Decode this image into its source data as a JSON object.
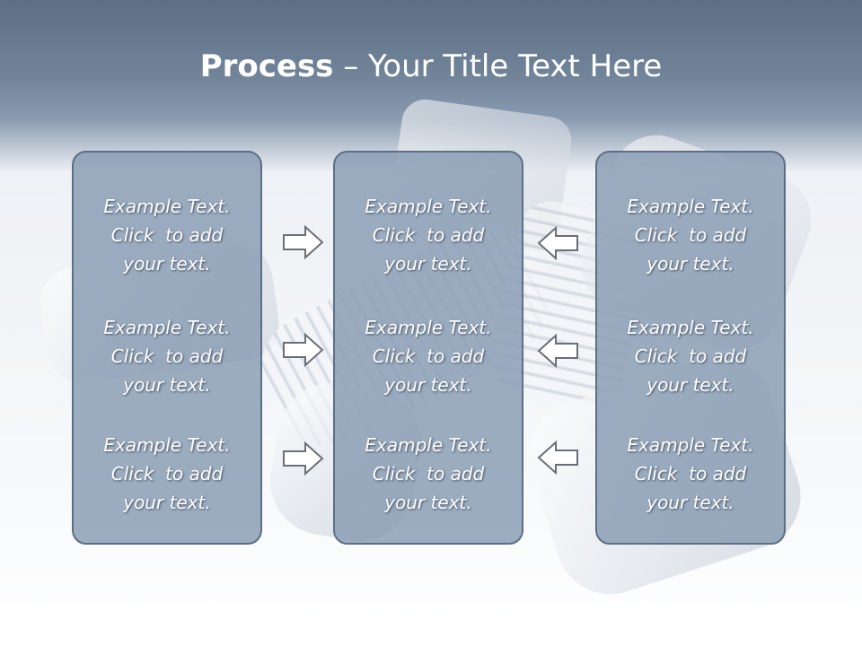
{
  "slide": {
    "title_bold": "Process",
    "title_rest": " – Your Title Text Here"
  },
  "columns": [
    {
      "items": [
        {
          "line1": "Example Text.",
          "line2": "Click  to add",
          "line3": "your text."
        },
        {
          "line1": "Example Text.",
          "line2": "Click  to add",
          "line3": "your text."
        },
        {
          "line1": "Example Text.",
          "line2": "Click  to add",
          "line3": "your text."
        }
      ]
    },
    {
      "items": [
        {
          "line1": "Example Text.",
          "line2": "Click  to add",
          "line3": "your text."
        },
        {
          "line1": "Example Text.",
          "line2": "Click  to add",
          "line3": "your text."
        },
        {
          "line1": "Example Text.",
          "line2": "Click  to add",
          "line3": "your text."
        }
      ]
    },
    {
      "items": [
        {
          "line1": "Example Text.",
          "line2": "Click  to add",
          "line3": "your text."
        },
        {
          "line1": "Example Text.",
          "line2": "Click  to add",
          "line3": "your text."
        },
        {
          "line1": "Example Text.",
          "line2": "Click  to add",
          "line3": "your text."
        }
      ]
    }
  ],
  "arrows": {
    "left_group": [
      "right-arrow-icon",
      "right-arrow-icon",
      "right-arrow-icon"
    ],
    "right_group": [
      "left-arrow-icon",
      "left-arrow-icon",
      "left-arrow-icon"
    ]
  },
  "colors": {
    "header": "#5d6f84",
    "box_fill": "#879bb2",
    "box_border": "#5c6f86",
    "text": "#ffffff",
    "arrow_stroke": "#6b6f75"
  }
}
